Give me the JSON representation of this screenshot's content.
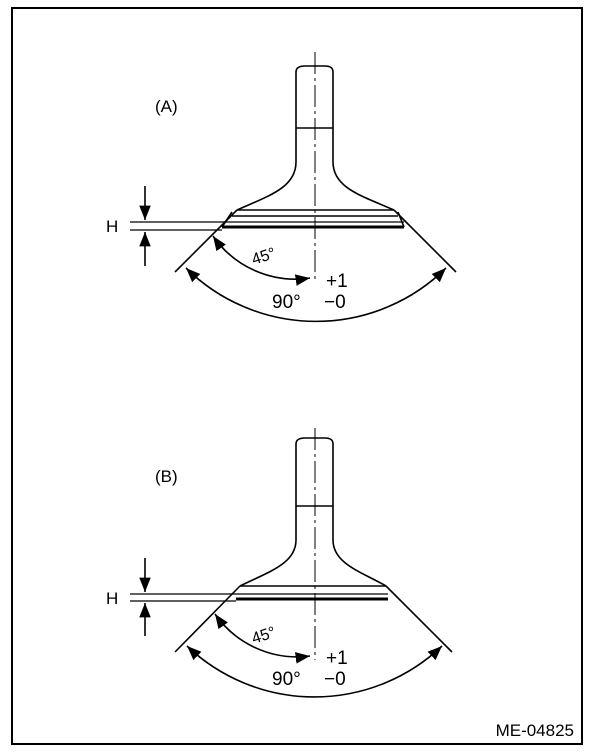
{
  "figure": {
    "id": "ME-04825",
    "views": [
      {
        "label": "(A)",
        "dimension_label": "H",
        "seat_angle": "45°",
        "included_angle": "90°",
        "tolerance_plus": "+1",
        "tolerance_minus": "−0"
      },
      {
        "label": "(B)",
        "dimension_label": "H",
        "seat_angle": "45°",
        "included_angle": "90°",
        "tolerance_plus": "+1",
        "tolerance_minus": "−0"
      }
    ]
  },
  "colors": {
    "ink": "#000000",
    "paper": "#ffffff"
  }
}
